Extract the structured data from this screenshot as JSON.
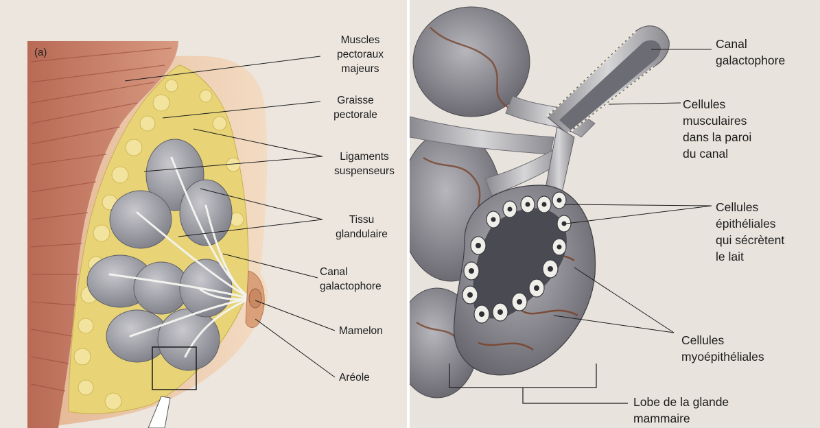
{
  "left_panel": {
    "panel_tag": "(a)",
    "labels": {
      "muscles": "Muscles\npectoraux\nmajeurs",
      "graisse": "Graisse\npectorale",
      "ligaments": "Ligaments\nsuspenseurs",
      "tissu": "Tissu\nglandulaire",
      "canal": "Canal\ngalactophore",
      "mamelon": "Mamelon",
      "areole": "Aréole"
    }
  },
  "right_panel": {
    "labels": {
      "canal": "Canal\ngalactophore",
      "cellules_musculaires": "Cellules\nmusculaires\ndans la paroi\ndu canal",
      "cellules_epitheliales": "Cellules\népithéliales\nqui sécrètent\nle lait",
      "cellules_myoepitheliales": "Cellules\nmyoépithéliales",
      "lobe": "Lobe de la glande\nmammaire"
    }
  },
  "colors": {
    "muscle": "#c7806a",
    "fat": "#e9d77a",
    "gland": "#9a9aa2",
    "duct": "#e8e8e6",
    "skin": "#eac7a6",
    "alveolus_net": "#8a5a42"
  }
}
